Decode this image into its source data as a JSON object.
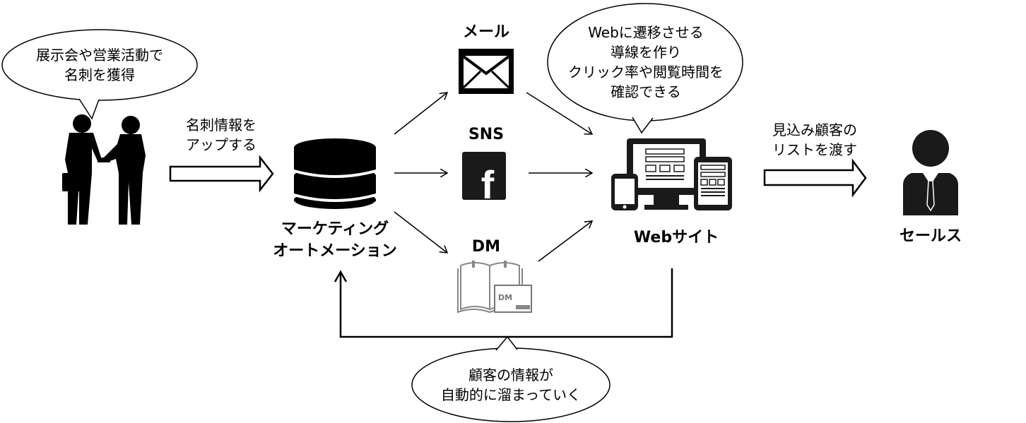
{
  "bubbles": {
    "exhibition": [
      "展示会や営業活動で",
      "名刺を獲得"
    ],
    "web": [
      "Webに遷移させる",
      "導線を作り",
      "クリック率や閲覧時間を",
      "確認できる"
    ],
    "feedback": [
      "顧客の情報が",
      "自動的に溜まっていく"
    ]
  },
  "arrows": {
    "upload": [
      "名刺情報を",
      "アップする"
    ],
    "handover": [
      "見込み顧客の",
      "リストを渡す"
    ]
  },
  "nodes": {
    "ma": [
      "マーケティング",
      "オートメーション"
    ],
    "mail": "メール",
    "sns": "SNS",
    "dm": "DM",
    "dm_card": "DM",
    "website": "Webサイト",
    "sales": "セールス"
  },
  "icons": {
    "handshake": "handshake-icon",
    "database": "database-icon",
    "mail": "envelope-icon",
    "sns": "facebook-icon",
    "dm": "booklet-icon",
    "website": "devices-icon",
    "sales": "salesperson-icon"
  }
}
